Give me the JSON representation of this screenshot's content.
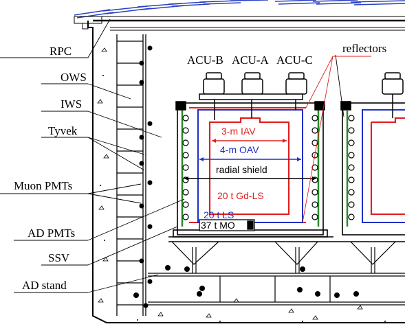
{
  "labels": {
    "rpc": "RPC",
    "ows": "OWS",
    "iws": "IWS",
    "tyvek": "Tyvek",
    "muon_pmts": "Muon PMTs",
    "ad_pmts": "AD PMTs",
    "ssv": "SSV",
    "ad_stand": "AD stand",
    "acu_b": "ACU-B",
    "acu_a": "ACU-A",
    "acu_c": "ACU-C",
    "reflectors": "reflectors"
  },
  "detector": {
    "iav": "3-m IAV",
    "oav": "4-m OAV",
    "radial_shield": "radial shield",
    "gdls": "20 t Gd-LS",
    "ls": "20 t LS",
    "mo": "37 t MO"
  },
  "colors": {
    "iav": "#e02020",
    "oav": "#1f2fc8",
    "tyvek": "#2a8a2a",
    "rpc": "#2a3fbf",
    "concrete": "#000000"
  }
}
